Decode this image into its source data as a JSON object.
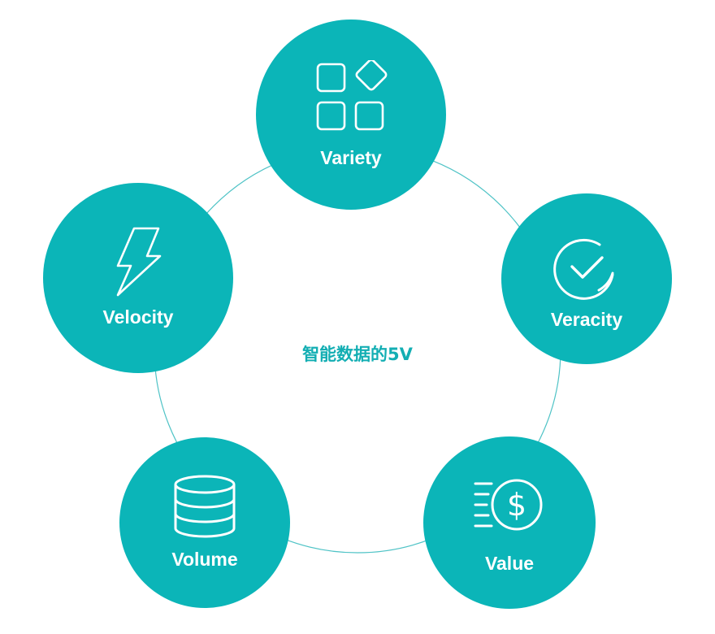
{
  "diagram": {
    "center_title": "智能数据的5V",
    "accent_color": "#0bb5b8",
    "ring_color": "#4fc3c6",
    "nodes": [
      {
        "label": "Variety",
        "icon": "grid-diamond-icon"
      },
      {
        "label": "Veracity",
        "icon": "check-circle-icon"
      },
      {
        "label": "Value",
        "icon": "dollar-coin-icon"
      },
      {
        "label": "Volume",
        "icon": "database-icon"
      },
      {
        "label": "Velocity",
        "icon": "lightning-bolt-icon"
      }
    ]
  }
}
